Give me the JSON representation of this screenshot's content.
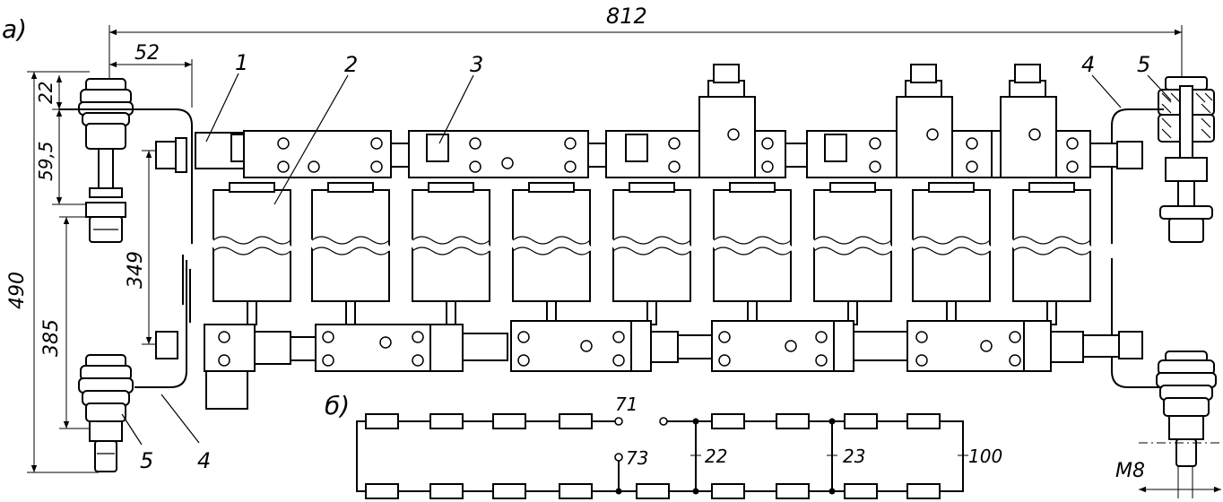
{
  "panel_labels": {
    "a": "а)",
    "b": "б)"
  },
  "dimensions": {
    "total_width": "812",
    "offset": "52",
    "top_gap": "22",
    "insulator_span": "59,5",
    "row_span": "349",
    "lower_height": "385",
    "total_height": "490",
    "thread": "M8"
  },
  "callouts": {
    "c1": "1",
    "c2": "2",
    "c3": "3",
    "c4": "4",
    "c5": "5"
  },
  "schematic": {
    "tap_71": "71",
    "tap_73": "73",
    "tap_22": "22",
    "tap_23": "23",
    "tap_100": "100"
  }
}
